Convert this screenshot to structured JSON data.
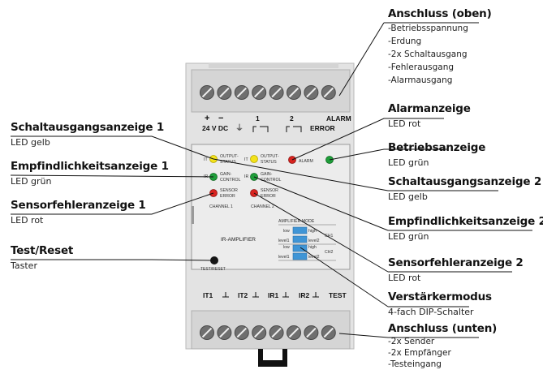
{
  "callouts": {
    "anschluss_oben": {
      "title": "Anschluss (oben)",
      "items": [
        "-Betriebsspannung",
        "-Erdung",
        "-2x Schaltausgang",
        "-Fehlerausgang",
        "-Alarmausgang"
      ]
    },
    "alarmanzeige": {
      "title": "Alarmanzeige",
      "sub": "LED rot"
    },
    "betriebsanzeige": {
      "title": "Betriebsanzeige",
      "sub": "LED grün"
    },
    "schaltausgang2": {
      "title": "Schaltausgangsanzeige 2",
      "sub": "LED gelb"
    },
    "empfind2": {
      "title": "Empfindlichkeitsanzeige 2",
      "sub": "LED grün"
    },
    "sensorfehler2": {
      "title": "Sensorfehleranzeige 2",
      "sub": "LED rot"
    },
    "verstaerker": {
      "title": "Verstärkermodus",
      "sub": "4-fach DIP-Schalter"
    },
    "anschluss_unten": {
      "title": "Anschluss (unten)",
      "items": [
        "-2x Sender",
        "-2x Empfänger",
        "-Testeingang"
      ]
    },
    "schaltausgang1": {
      "title": "Schaltausgangsanzeige 1",
      "sub": "LED gelb"
    },
    "empfind1": {
      "title": "Empfindlichkeitsanzeige 1",
      "sub": "LED grün"
    },
    "sensorfehler1": {
      "title": "Sensorfehleranzeige 1",
      "sub": "LED rot"
    },
    "test_reset": {
      "title": "Test/Reset",
      "sub": "Taster"
    }
  },
  "device": {
    "top_terminal_labels": {
      "plus": "+",
      "minus": "−",
      "one": "1",
      "two": "2",
      "alarm": "ALARM",
      "voltage": "24 V DC",
      "ground": "⏚",
      "error": "ERROR"
    },
    "led_labels": {
      "output_status_1": [
        "OUTPUT-",
        "STATUS"
      ],
      "gain_control_1": [
        "GAIN-",
        "CONTROL"
      ],
      "sensor_error_1": [
        "SENSOR",
        "ERROR"
      ],
      "output_status_2": [
        "OUTPUT-",
        "STATUS"
      ],
      "gain_control_2": [
        "GAIN-",
        "CONTROL"
      ],
      "sensor_error_2": [
        "SENSOR",
        "ERROR"
      ],
      "alarm": "ALARM",
      "channel1": "CHANNEL 1",
      "channel2": "CHANNEL 2",
      "it_left": "IT",
      "ir_left": "IR",
      "it_right": "IT",
      "ir_right": "IR"
    },
    "amplifier": {
      "title": "IR-AMPLIFIER",
      "mode_title": "AMPLIFIER MODE",
      "ch1": "CH1",
      "ch2": "CH2",
      "low": "low",
      "high": "high",
      "level1": "level1",
      "level2": "level2"
    },
    "test_reset_label": "TEST/RESET",
    "bottom_terminal_labels": [
      "IT1",
      "IT2",
      "IR1",
      "IR2",
      "TEST"
    ],
    "colors": {
      "led_yellow": "#f3e21a",
      "led_green": "#1f9e3a",
      "led_red": "#d8231f",
      "dip_blue": "#3f95d6",
      "housing": "#e1e1e1"
    }
  }
}
